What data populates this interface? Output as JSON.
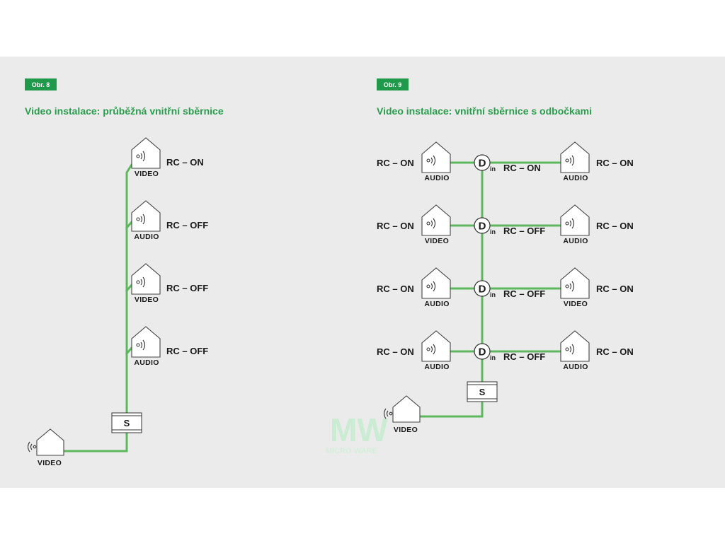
{
  "left": {
    "badge": "Obr. 8",
    "title": "Video instalace: průběžná vnitřní sběrnice",
    "devices": [
      {
        "type": "VIDEO",
        "rc": "RC – ON"
      },
      {
        "type": "AUDIO",
        "rc": "RC – OFF"
      },
      {
        "type": "VIDEO",
        "rc": "RC – OFF"
      },
      {
        "type": "AUDIO",
        "rc": "RC – OFF"
      }
    ],
    "supply": "S",
    "panel_label": "VIDEO"
  },
  "right": {
    "badge": "Obr. 9",
    "title": "Video instalace: vnitřní sběrnice s odbočkami",
    "rows": [
      {
        "left_type": "AUDIO",
        "left_rc": "RC – ON",
        "d_label": "D",
        "d_sub": "in",
        "branch_rc": "RC – ON",
        "right_type": "AUDIO",
        "right_rc": "RC – ON"
      },
      {
        "left_type": "VIDEO",
        "left_rc": "RC – ON",
        "d_label": "D",
        "d_sub": "in",
        "branch_rc": "RC – OFF",
        "right_type": "AUDIO",
        "right_rc": "RC – ON"
      },
      {
        "left_type": "AUDIO",
        "left_rc": "RC – ON",
        "d_label": "D",
        "d_sub": "in",
        "branch_rc": "RC – OFF",
        "right_type": "VIDEO",
        "right_rc": "RC – ON"
      },
      {
        "left_type": "AUDIO",
        "left_rc": "RC – ON",
        "d_label": "D",
        "d_sub": "in",
        "branch_rc": "RC – OFF",
        "right_type": "AUDIO",
        "right_rc": "RC – ON"
      }
    ],
    "supply": "S",
    "panel_label": "VIDEO"
  },
  "watermark": {
    "logo": "MW",
    "text": "MICRO WARE"
  },
  "colors": {
    "accent": "#1e9a4a",
    "wire": "#5cb85c",
    "title": "#2a9d4e"
  }
}
